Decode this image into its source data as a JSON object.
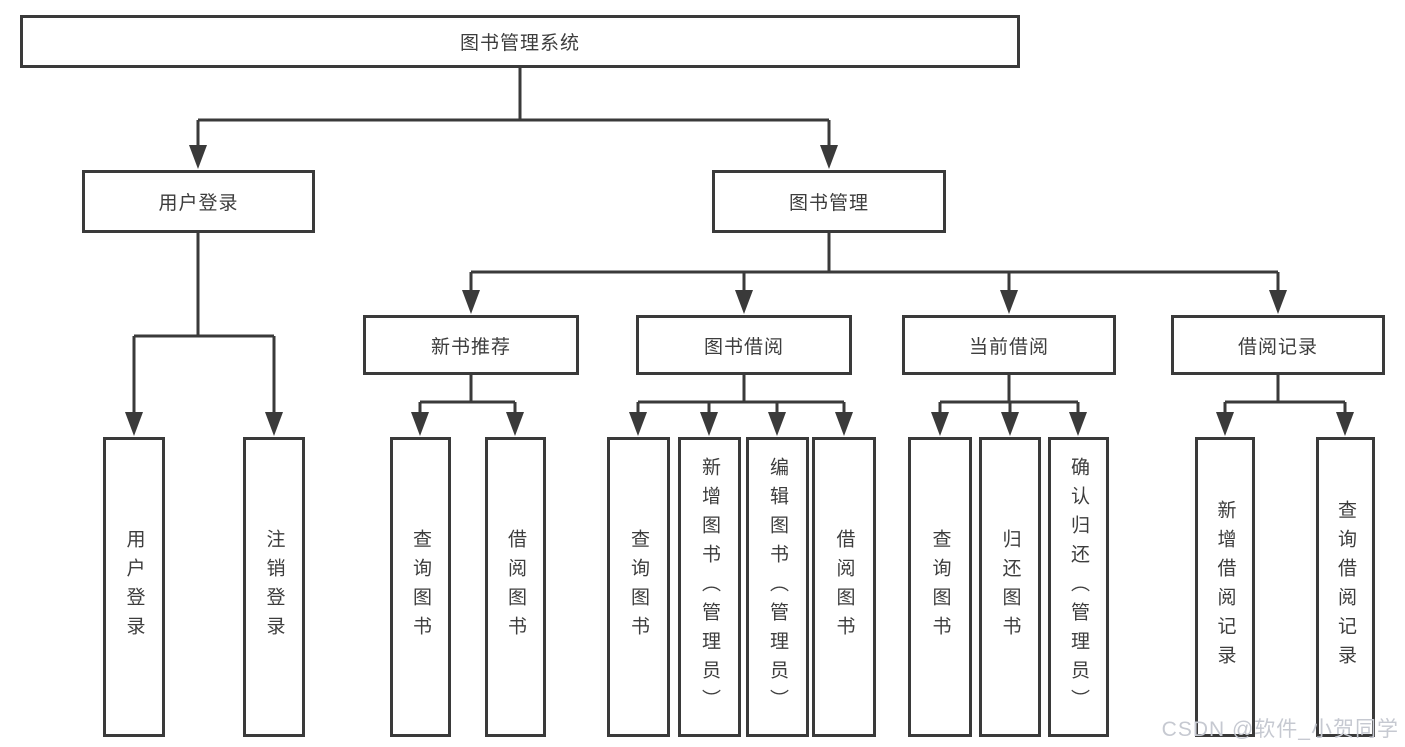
{
  "diagram": {
    "root": {
      "label": "图书管理系统"
    },
    "level2": {
      "user_login": {
        "label": "用户登录",
        "children": [
          "用户登录",
          "注销登录"
        ]
      },
      "book_management": {
        "label": "图书管理"
      }
    },
    "level3": {
      "new_book_recommend": {
        "label": "新书推荐",
        "children": [
          "查询图书",
          "借阅图书"
        ]
      },
      "book_borrowing": {
        "label": "图书借阅",
        "children": [
          "查询图书",
          "新增图书（管理员）",
          "编辑图书（管理员）",
          "借阅图书"
        ]
      },
      "current_borrowing": {
        "label": "当前借阅",
        "children": [
          "查询图书",
          "归还图书",
          "确认归还（管理员）"
        ]
      },
      "borrowing_records": {
        "label": "借阅记录",
        "children": [
          "新增借阅记录",
          "查询借阅记录"
        ]
      }
    }
  },
  "watermark": {
    "text": "CSDN @软件_小贺同学"
  },
  "colors": {
    "line": "#3a3a3a",
    "text": "#3d3d3d",
    "background": "#ffffff",
    "watermark": "#c6c9d1"
  }
}
